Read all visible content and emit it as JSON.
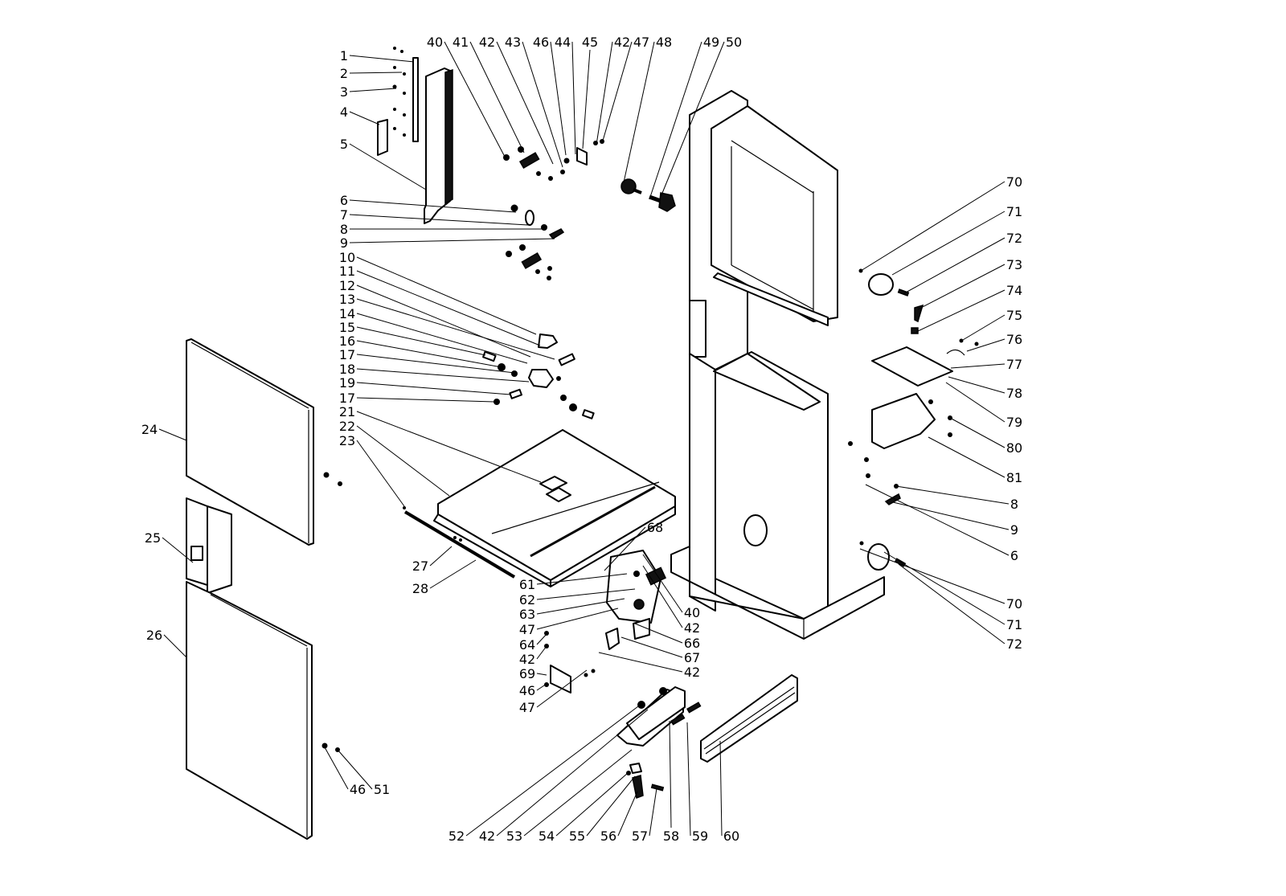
{
  "title": "Bandsaw exploded parts diagram",
  "colors": {
    "ink": "#000000",
    "background": "#ffffff"
  },
  "labels": [
    {
      "id": "1",
      "t": [
        428,
        75
      ],
      "a": [
        515,
        77
      ]
    },
    {
      "id": "2",
      "t": [
        428,
        97
      ],
      "a": [
        500,
        90
      ]
    },
    {
      "id": "3",
      "t": [
        428,
        120
      ],
      "a": [
        493,
        110
      ]
    },
    {
      "id": "4",
      "t": [
        428,
        145
      ],
      "a": [
        472,
        155
      ]
    },
    {
      "id": "5",
      "t": [
        428,
        185
      ],
      "a": [
        530,
        236
      ]
    },
    {
      "id": "6",
      "t": [
        428,
        255
      ],
      "a": [
        642,
        264
      ]
    },
    {
      "id": "7",
      "t": [
        428,
        273
      ],
      "a": [
        657,
        280
      ]
    },
    {
      "id": "8",
      "t": [
        428,
        291
      ],
      "a": [
        675,
        285
      ]
    },
    {
      "id": "9",
      "t": [
        428,
        308
      ],
      "a": [
        690,
        297
      ]
    },
    {
      "id": "10",
      "t": [
        432,
        326
      ],
      "a": [
        667,
        416
      ]
    },
    {
      "id": "11",
      "t": [
        432,
        343
      ],
      "a": [
        672,
        430
      ]
    },
    {
      "id": "12",
      "t": [
        432,
        361
      ],
      "a": [
        660,
        444
      ]
    },
    {
      "id": "13",
      "t": [
        432,
        378
      ],
      "a": [
        690,
        447
      ]
    },
    {
      "id": "14",
      "t": [
        432,
        396
      ],
      "a": [
        656,
        452
      ]
    },
    {
      "id": "15",
      "t": [
        432,
        413
      ],
      "a": [
        604,
        442
      ]
    },
    {
      "id": "16",
      "t": [
        432,
        430
      ],
      "a": [
        624,
        457
      ]
    },
    {
      "id": "17",
      "t": [
        432,
        447
      ],
      "a": [
        640,
        464
      ]
    },
    {
      "id": "18",
      "t": [
        432,
        465
      ],
      "a": [
        658,
        475
      ]
    },
    {
      "id": "19",
      "t": [
        432,
        482
      ],
      "a": [
        635,
        491
      ]
    },
    {
      "id": "17",
      "t": [
        432,
        501
      ],
      "a": [
        615,
        500
      ]
    },
    {
      "id": "21",
      "t": [
        432,
        518
      ],
      "a": [
        673,
        600
      ]
    },
    {
      "id": "22",
      "t": [
        432,
        536
      ],
      "a": [
        559,
        617
      ]
    },
    {
      "id": "23",
      "t": [
        432,
        554
      ],
      "a": [
        503,
        630
      ]
    },
    {
      "id": "24",
      "t": [
        186,
        540
      ],
      "a": [
        232,
        548
      ]
    },
    {
      "id": "25",
      "t": [
        190,
        675
      ],
      "a": [
        240,
        700
      ]
    },
    {
      "id": "26",
      "t": [
        192,
        796
      ],
      "a": [
        232,
        818
      ]
    },
    {
      "id": "27",
      "t": [
        523,
        710
      ],
      "a": [
        562,
        680
      ]
    },
    {
      "id": "28",
      "t": [
        523,
        738
      ],
      "a": [
        592,
        697
      ]
    },
    {
      "id": "40",
      "t": [
        541,
        58
      ],
      "a": [
        628,
        195
      ]
    },
    {
      "id": "41",
      "t": [
        573,
        58
      ],
      "a": [
        652,
        190
      ]
    },
    {
      "id": "42",
      "t": [
        606,
        58
      ],
      "a": [
        688,
        204
      ]
    },
    {
      "id": "43",
      "t": [
        638,
        58
      ],
      "a": [
        700,
        208
      ]
    },
    {
      "id": "46",
      "t": [
        673,
        58
      ],
      "a": [
        704,
        193
      ]
    },
    {
      "id": "44",
      "t": [
        700,
        58
      ],
      "a": [
        716,
        192
      ]
    },
    {
      "id": "45",
      "t": [
        734,
        58
      ],
      "a": [
        725,
        185
      ]
    },
    {
      "id": "42",
      "t": [
        774,
        58
      ],
      "a": [
        742,
        180
      ]
    },
    {
      "id": "47",
      "t": [
        798,
        58
      ],
      "a": [
        750,
        175
      ]
    },
    {
      "id": "48",
      "t": [
        826,
        58
      ],
      "a": [
        776,
        227
      ]
    },
    {
      "id": "49",
      "t": [
        885,
        58
      ],
      "a": [
        808,
        248
      ]
    },
    {
      "id": "50",
      "t": [
        913,
        58
      ],
      "a": [
        820,
        250
      ]
    },
    {
      "id": "52",
      "t": [
        568,
        1046
      ],
      "a": [
        798,
        876
      ]
    },
    {
      "id": "42",
      "t": [
        606,
        1046
      ],
      "a": [
        806,
        883
      ]
    },
    {
      "id": "53",
      "t": [
        640,
        1046
      ],
      "a": [
        786,
        933
      ]
    },
    {
      "id": "54",
      "t": [
        680,
        1046
      ],
      "a": [
        781,
        962
      ]
    },
    {
      "id": "55",
      "t": [
        718,
        1046
      ],
      "a": [
        790,
        966
      ]
    },
    {
      "id": "56",
      "t": [
        757,
        1046
      ],
      "a": [
        793,
        985
      ]
    },
    {
      "id": "57",
      "t": [
        796,
        1046
      ],
      "a": [
        817,
        981
      ]
    },
    {
      "id": "58",
      "t": [
        835,
        1046
      ],
      "a": [
        833,
        897
      ]
    },
    {
      "id": "59",
      "t": [
        871,
        1046
      ],
      "a": [
        855,
        899
      ]
    },
    {
      "id": "60",
      "t": [
        910,
        1046
      ],
      "a": [
        896,
        922
      ]
    },
    {
      "id": "61",
      "t": [
        656,
        733
      ],
      "a": [
        780,
        714
      ]
    },
    {
      "id": "62",
      "t": [
        656,
        752
      ],
      "a": [
        790,
        733
      ]
    },
    {
      "id": "63",
      "t": [
        656,
        770
      ],
      "a": [
        777,
        745
      ]
    },
    {
      "id": "47",
      "t": [
        656,
        789
      ],
      "a": [
        769,
        757
      ]
    },
    {
      "id": "64",
      "t": [
        656,
        808
      ],
      "a": [
        681,
        788
      ]
    },
    {
      "id": "42",
      "t": [
        656,
        826
      ],
      "a": [
        680,
        804
      ]
    },
    {
      "id": "69",
      "t": [
        656,
        844
      ],
      "a": [
        680,
        840
      ]
    },
    {
      "id": "46",
      "t": [
        656,
        865
      ],
      "a": [
        680,
        851
      ]
    },
    {
      "id": "47",
      "t": [
        656,
        886
      ],
      "a": [
        730,
        834
      ]
    },
    {
      "id": "68",
      "t": [
        815,
        662
      ],
      "a": [
        752,
        710
      ]
    },
    {
      "id": "40",
      "t": [
        861,
        768
      ],
      "a": [
        800,
        690
      ]
    },
    {
      "id": "42",
      "t": [
        861,
        787
      ],
      "a": [
        800,
        704
      ]
    },
    {
      "id": "66",
      "t": [
        861,
        806
      ],
      "a": [
        790,
        776
      ]
    },
    {
      "id": "67",
      "t": [
        861,
        824
      ],
      "a": [
        773,
        793
      ]
    },
    {
      "id": "42",
      "t": [
        861,
        842
      ],
      "a": [
        745,
        812
      ]
    },
    {
      "id": "46",
      "t": [
        445,
        988
      ],
      "a": [
        404,
        930
      ]
    },
    {
      "id": "51",
      "t": [
        475,
        988
      ],
      "a": [
        420,
        933
      ]
    },
    {
      "id": "70",
      "t": [
        1262,
        232
      ],
      "a": [
        1071,
        337
      ]
    },
    {
      "id": "71",
      "t": [
        1262,
        269
      ],
      "a": [
        1110,
        342
      ]
    },
    {
      "id": "72",
      "t": [
        1262,
        302
      ],
      "a": [
        1125,
        365
      ]
    },
    {
      "id": "73",
      "t": [
        1262,
        335
      ],
      "a": [
        1142,
        385
      ]
    },
    {
      "id": "74",
      "t": [
        1262,
        367
      ],
      "a": [
        1140,
        413
      ]
    },
    {
      "id": "75",
      "t": [
        1262,
        398
      ],
      "a": [
        1198,
        423
      ]
    },
    {
      "id": "76",
      "t": [
        1262,
        428
      ],
      "a": [
        1203,
        437
      ]
    },
    {
      "id": "77",
      "t": [
        1262,
        459
      ],
      "a": [
        1183,
        458
      ]
    },
    {
      "id": "78",
      "t": [
        1262,
        495
      ],
      "a": [
        1180,
        469
      ]
    },
    {
      "id": "79",
      "t": [
        1262,
        531
      ],
      "a": [
        1177,
        476
      ]
    },
    {
      "id": "80",
      "t": [
        1262,
        563
      ],
      "a": [
        1182,
        520
      ]
    },
    {
      "id": "81",
      "t": [
        1262,
        600
      ],
      "a": [
        1155,
        544
      ]
    },
    {
      "id": "8",
      "t": [
        1262,
        633
      ],
      "a": [
        1115,
        605
      ]
    },
    {
      "id": "9",
      "t": [
        1262,
        665
      ],
      "a": [
        1111,
        625
      ]
    },
    {
      "id": "6",
      "t": [
        1262,
        697
      ],
      "a": [
        1077,
        603
      ]
    },
    {
      "id": "70",
      "t": [
        1262,
        757
      ],
      "a": [
        1070,
        683
      ]
    },
    {
      "id": "71",
      "t": [
        1262,
        783
      ],
      "a": [
        1100,
        687
      ]
    },
    {
      "id": "72",
      "t": [
        1262,
        807
      ],
      "a": [
        1118,
        702
      ]
    }
  ]
}
